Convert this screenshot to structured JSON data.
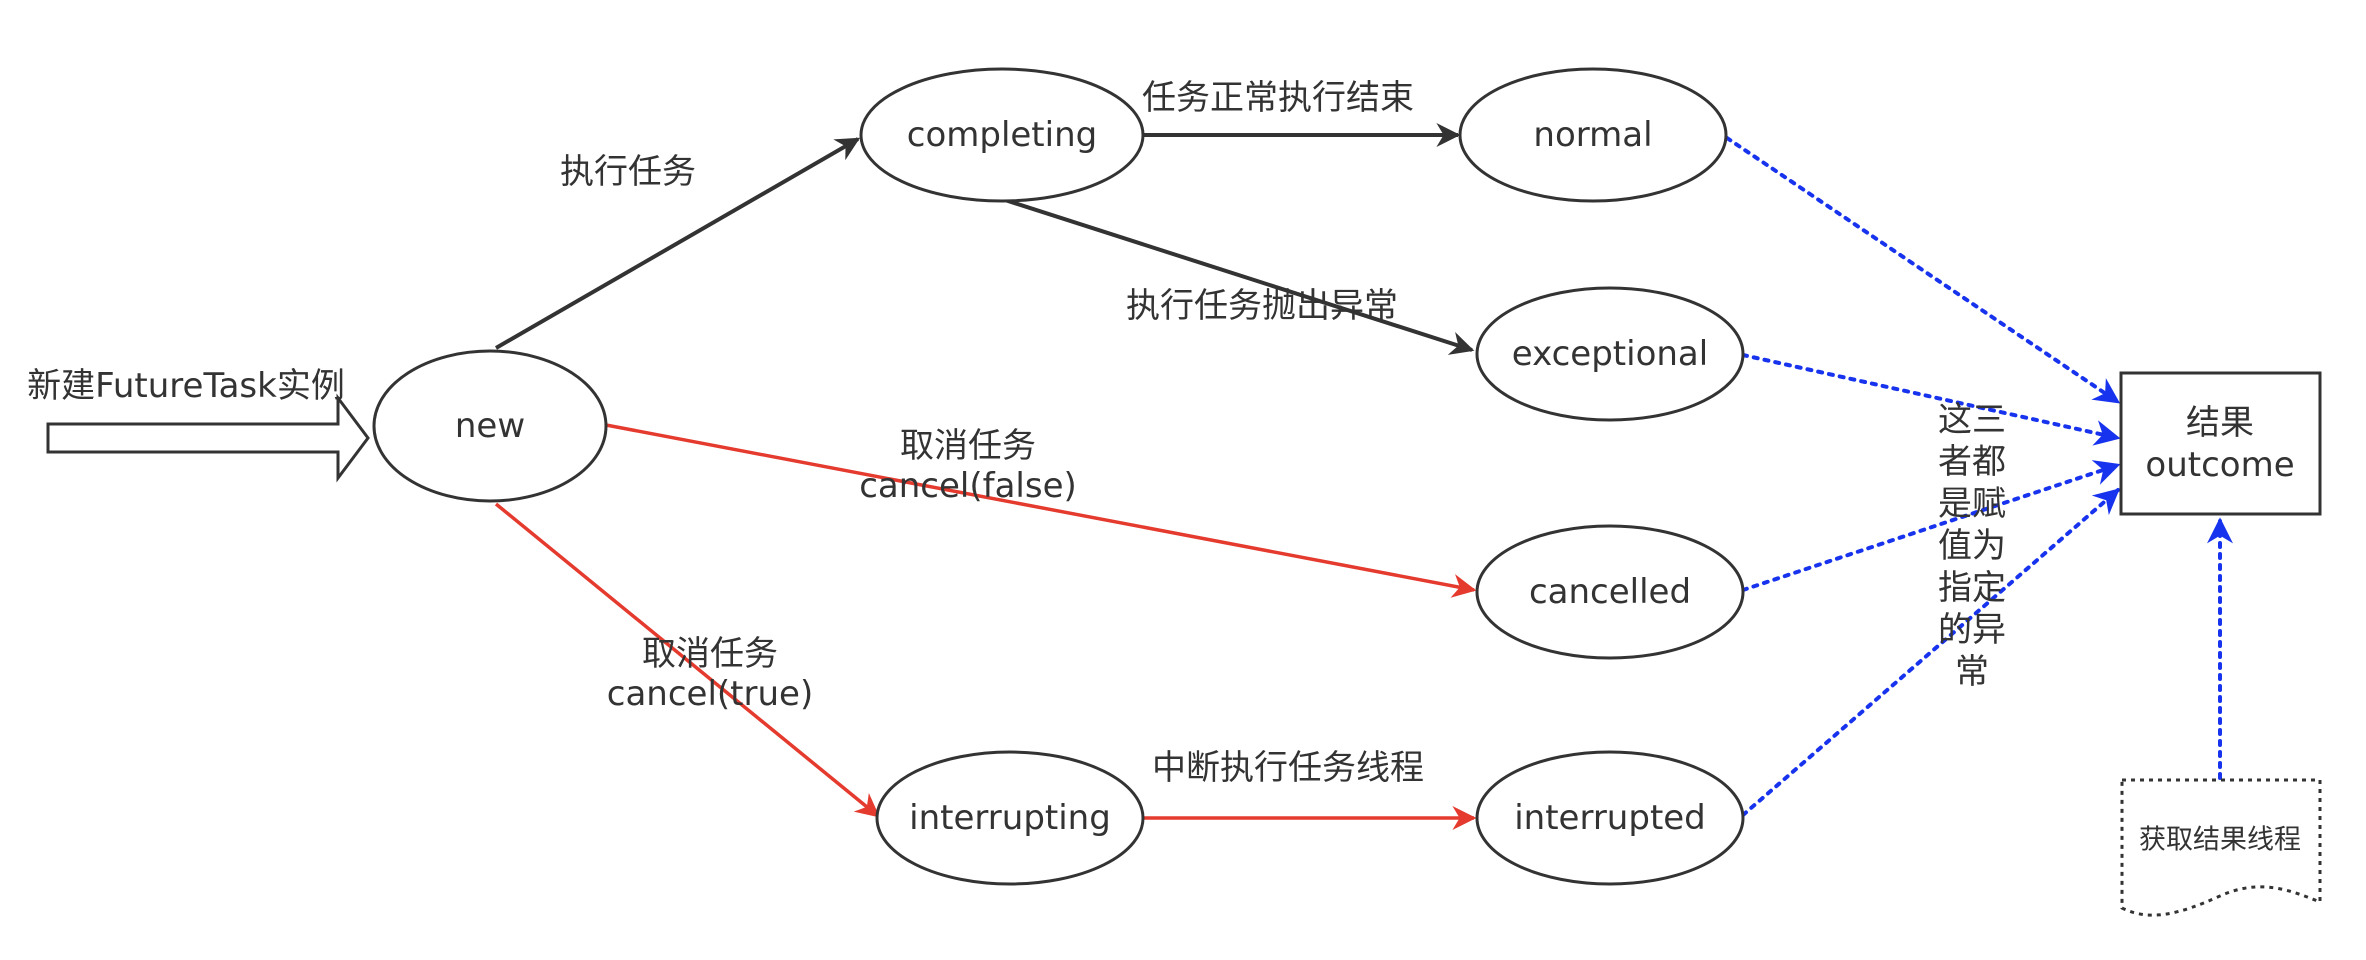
{
  "colors": {
    "black_edge": "#333333",
    "red_edge": "#e53a2e",
    "blue_edge": "#1733ee"
  },
  "nodes": {
    "new": "new",
    "completing": "completing",
    "normal": "normal",
    "exceptional": "exceptional",
    "cancelled": "cancelled",
    "interrupting": "interrupting",
    "interrupted": "interrupted",
    "outcome": {
      "line1": "结果",
      "line2": "outcome"
    },
    "fetch_thread": "获取结果线程"
  },
  "labels": {
    "create_instance": "新建FutureTask实例",
    "execute_task": "执行任务",
    "normal_finish": "任务正常执行结束",
    "throws_exception": "执行任务抛出异常",
    "cancel_false": {
      "line1": "取消任务",
      "line2": "cancel(false)"
    },
    "cancel_true": {
      "line1": "取消任务",
      "line2": "cancel(true)"
    },
    "interrupt_thread": "中断执行任务线程",
    "note_lines": [
      "这三",
      "者都",
      "是赋",
      "值为",
      "指定",
      "的异",
      "常"
    ]
  }
}
